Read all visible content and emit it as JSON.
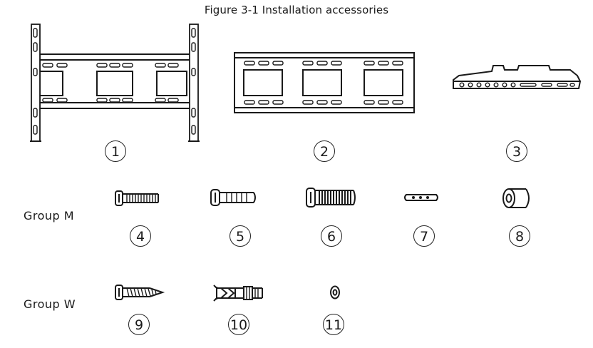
{
  "figure": {
    "title": "Figure 3-1 Installation accessories"
  },
  "groups": {
    "m_label": "Group  M",
    "w_label": "Group W"
  },
  "items": {
    "n1": "1",
    "n2": "2",
    "n3": "3",
    "n4": "4",
    "n5": "5",
    "n6": "6",
    "n7": "7",
    "n8": "8",
    "n9": "9",
    "n10": "10",
    "n11": "11"
  }
}
